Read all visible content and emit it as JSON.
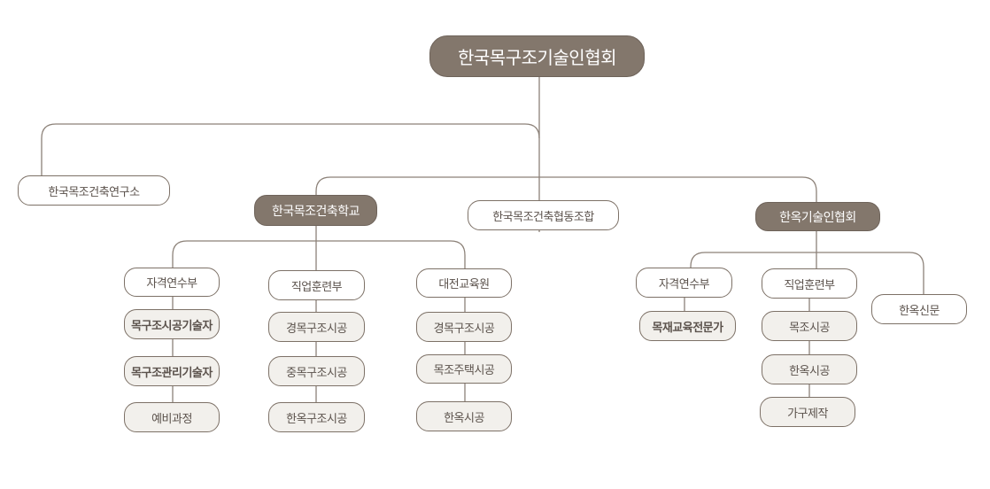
{
  "root": "한국목구조기술인협회",
  "institute": "한국목조건축연구소",
  "school": {
    "label": "한국목조건축학교",
    "cert": {
      "label": "자격연수부",
      "items": [
        "목구조시공기술자",
        "목구조관리기술자",
        "예비과정"
      ]
    },
    "training": {
      "label": "직업훈련부",
      "items": [
        "경목구조시공",
        "중목구조시공",
        "한옥구조시공"
      ]
    },
    "daejeon": {
      "label": "대전교육원",
      "items": [
        "경목구조시공",
        "목조주택시공",
        "한옥시공"
      ]
    }
  },
  "coop": "한국목조건축협동조합",
  "hanok": {
    "label": "한옥기술인협회",
    "cert": {
      "label": "자격연수부",
      "items": [
        "목재교육전문가"
      ]
    },
    "training": {
      "label": "직업훈련부",
      "items": [
        "목조시공",
        "한옥시공",
        "가구제작"
      ]
    },
    "news": "한옥신문"
  }
}
